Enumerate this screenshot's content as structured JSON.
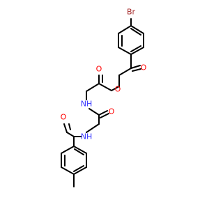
{
  "molecule": {
    "atom_labels": {
      "br": "Br",
      "ketone_o": "O",
      "ester_carbonyl_o": "O",
      "ester_o": "O",
      "amide1_nh": "NH",
      "amide1_o": "O",
      "amide2_nh": "NH",
      "amide2_o": "O"
    },
    "colors": {
      "bond": "#000000",
      "oxygen": "#ff0000",
      "nitrogen": "#3333ff",
      "bromine": "#a52a2a"
    }
  }
}
